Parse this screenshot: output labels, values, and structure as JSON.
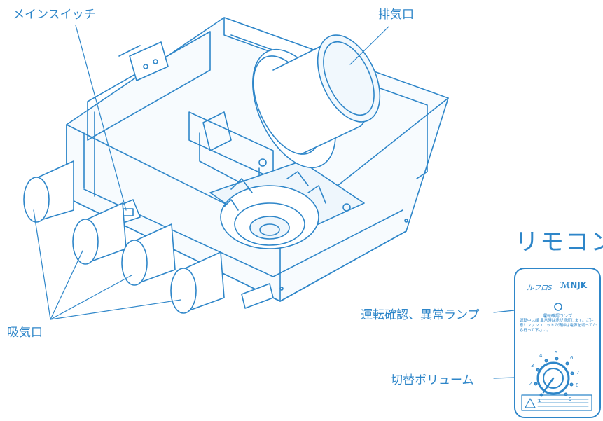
{
  "labels": {
    "main_switch": "メインスイッチ",
    "exhaust_port": "排気口",
    "intake_port": "吸気口",
    "remote_title": "リモコン",
    "status_lamp": "運転確認、異常ランプ",
    "volume": "切替ボリューム"
  },
  "remote": {
    "model": "ルフロS",
    "brand": "NJK",
    "lamp_caption": "運転確認ランプ",
    "notice": "運転中は緑 異常時は赤が点灯します。ご注意！ファンユニットの清掃は電源を切ってから行って下さい。",
    "dial_numbers": [
      "1",
      "2",
      "3",
      "4",
      "5",
      "6",
      "7",
      "8",
      "9"
    ]
  },
  "colors": {
    "line": "#2e86c9",
    "fill": "#ffffff"
  }
}
